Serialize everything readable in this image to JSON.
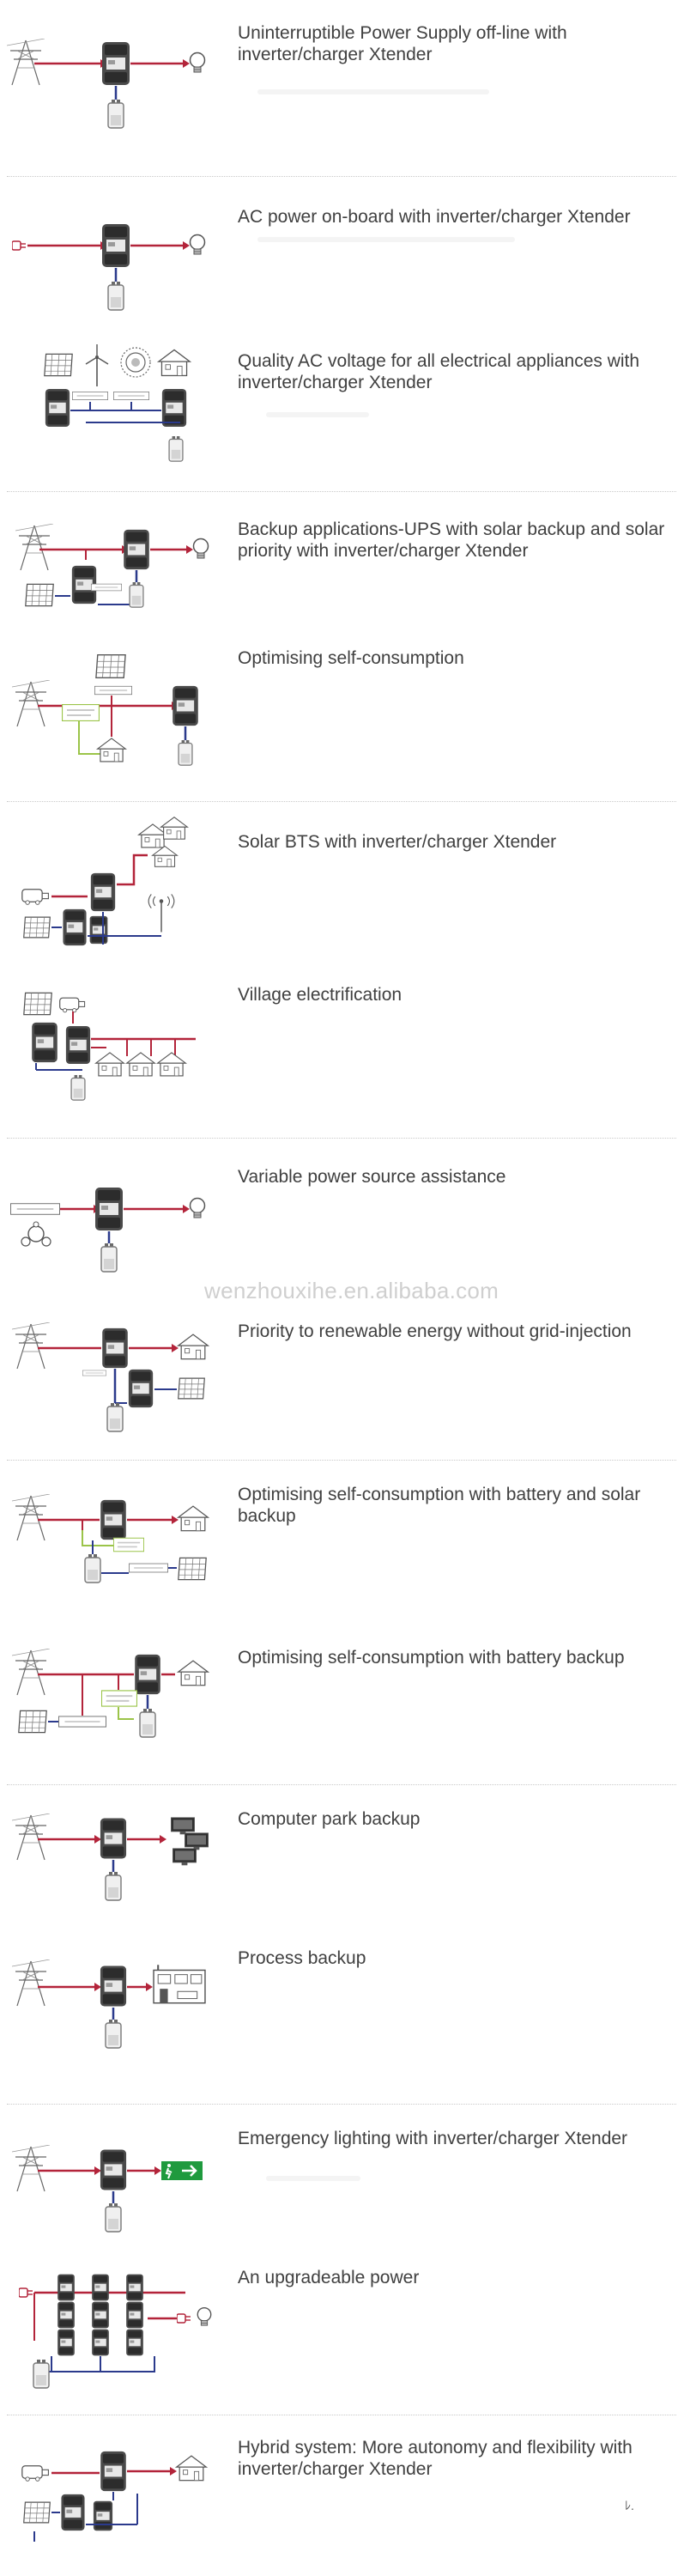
{
  "watermark": "wenzhouxihe.en.alibaba.com",
  "corner_mark": "ﾚ.",
  "colors": {
    "ac_line": "#b3243a",
    "dc_line": "#2b3a8c",
    "signal_line": "#9bc449",
    "device": "#3a3a3a",
    "outline": "#6f6f6f"
  },
  "applications": [
    {
      "title": "Uninterruptible Power Supply off-line with inverter/charger Xtender"
    },
    {
      "title": "AC power on-board with inverter/charger Xtender"
    },
    {
      "title": "Quality AC voltage for all electrical appliances with inverter/charger Xtender"
    },
    {
      "title": "Backup applications-UPS with solar backup and solar priority with inverter/charger Xtender"
    },
    {
      "title": "Optimising self-consumption"
    },
    {
      "title": "Solar BTS with inverter/charger Xtender"
    },
    {
      "title": "Village electrification"
    },
    {
      "title": "Variable power source assistance"
    },
    {
      "title": "Priority to renewable energy without grid-injection"
    },
    {
      "title": "Optimising self-consumption with battery and solar backup"
    },
    {
      "title": "Optimising self-consumption with battery backup"
    },
    {
      "title": "Computer park backup"
    },
    {
      "title": "Process backup"
    },
    {
      "title": "Emergency lighting with inverter/charger Xtender"
    },
    {
      "title": "An upgradeable power"
    },
    {
      "title": "Hybrid system: More autonomy and flexibility with inverter/charger Xtender"
    }
  ]
}
